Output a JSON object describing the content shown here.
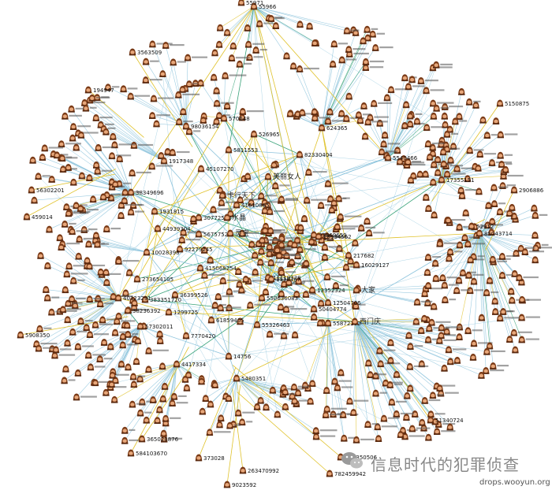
{
  "hubs": [
    {
      "label": "526965"
    },
    {
      "label": "5811553"
    },
    {
      "label": "570648"
    },
    {
      "label": "624365"
    },
    {
      "label": "5540466"
    },
    {
      "label": "45107270"
    },
    {
      "label": "1917348"
    },
    {
      "label": "美丽女人"
    },
    {
      "label": "卡行天下"
    },
    {
      "label": "30772598"
    },
    {
      "label": "水晶"
    },
    {
      "label": "56757524"
    },
    {
      "label": "灵宝"
    },
    {
      "label": "92279245"
    },
    {
      "label": "44939304"
    },
    {
      "label": "10028398"
    },
    {
      "label": "93869659"
    },
    {
      "label": "16029127"
    },
    {
      "label": "11119328"
    },
    {
      "label": "13352324"
    },
    {
      "label": "大家"
    },
    {
      "label": "12504706"
    },
    {
      "label": "50404774"
    },
    {
      "label": "55872292"
    },
    {
      "label": "西门庆"
    },
    {
      "label": "415068254"
    },
    {
      "label": "1116107"
    },
    {
      "label": "550636083"
    },
    {
      "label": "61859405"
    },
    {
      "label": "55326463"
    },
    {
      "label": "1299725"
    },
    {
      "label": "57302011"
    },
    {
      "label": "7770420"
    },
    {
      "label": "4417334"
    },
    {
      "label": "14756"
    },
    {
      "label": "5480351"
    },
    {
      "label": "38236392"
    },
    {
      "label": "36399526"
    },
    {
      "label": "383351720"
    },
    {
      "label": "40323291"
    },
    {
      "label": "273654105"
    },
    {
      "label": "1931815"
    },
    {
      "label": "38349696"
    },
    {
      "label": "41610865"
    },
    {
      "label": "98036154"
    },
    {
      "label": "85043714"
    },
    {
      "label": "17355151"
    },
    {
      "label": "82330404"
    },
    {
      "label": "29934562"
    },
    {
      "label": "217682"
    },
    {
      "label": "55966"
    }
  ],
  "outliers": [
    {
      "label": "3563509"
    },
    {
      "label": "194947"
    },
    {
      "label": "56302201"
    },
    {
      "label": "459014"
    },
    {
      "label": "5908350"
    },
    {
      "label": "365028876"
    },
    {
      "label": "584103670"
    },
    {
      "label": "373028"
    },
    {
      "label": "9023592"
    },
    {
      "label": "263470992"
    },
    {
      "label": "782459942"
    },
    {
      "label": "51340724"
    },
    {
      "label": "52912"
    },
    {
      "label": "5150875"
    },
    {
      "label": "2906886"
    },
    {
      "label": "55971"
    },
    {
      "label": "526350506"
    }
  ],
  "watermark": {
    "text": "信息时代的犯罪侦查",
    "site": "drops.wooyun.org"
  },
  "colors": {
    "edge_main": "#8cc3dc",
    "edge_yellow": "#e0c22b",
    "edge_green": "#3aa37a",
    "node_cap": "#7a3a16",
    "node_face": "#e7a77a",
    "watermark": "#8a8a8a"
  }
}
